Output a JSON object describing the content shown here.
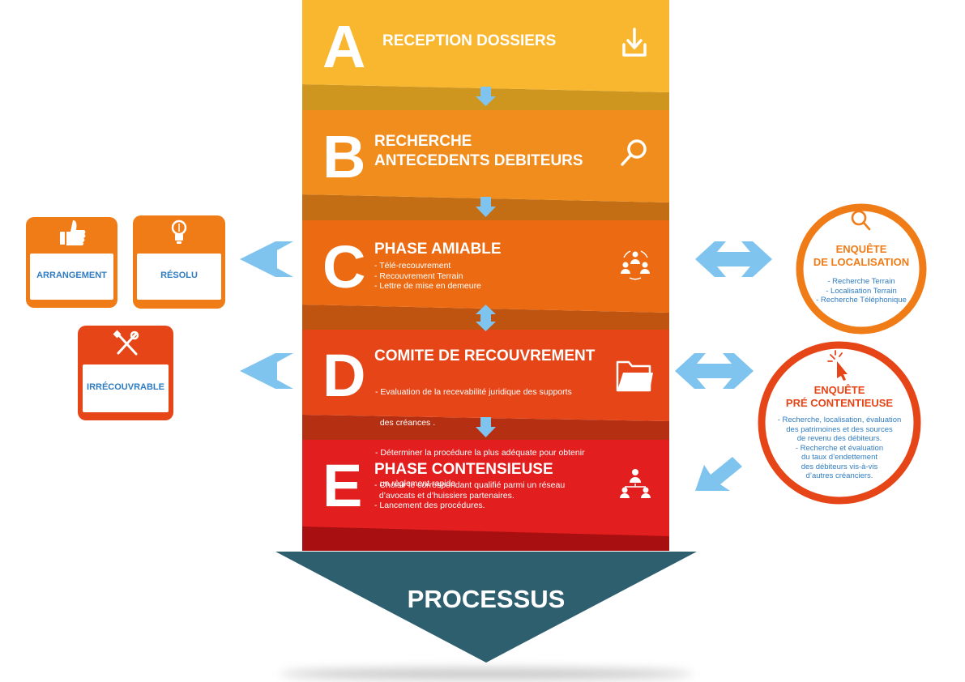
{
  "steps": [
    {
      "letter": "A",
      "title_lines": [
        "RECEPTION DOSSIERS"
      ],
      "bullets": [],
      "icon": "download-icon",
      "color": "#f8b72e"
    },
    {
      "letter": "B",
      "title_lines": [
        "RECHERCHE",
        "ANTECEDENTS DEBITEURS"
      ],
      "bullets": [],
      "icon": "magnifier-icon",
      "color": "#f08d1d"
    },
    {
      "letter": "C",
      "title_lines": [
        "PHASE AMIABLE"
      ],
      "bullets": [
        "- Télé-recouvrement",
        "- Recouvrement Terrain",
        "- Lettre de mise en demeure"
      ],
      "icon": "team-cycle-icon",
      "color": "#ec6a12"
    },
    {
      "letter": "D",
      "title_lines": [
        "COMITE DE RECOUVREMENT"
      ],
      "bullets": [
        "- Evaluation de la recevabilité juridique des supports",
        "  des créances .",
        "- Déterminer la procédure la plus adéquate pour obtenir",
        "  un règlement rapide"
      ],
      "icon": "folder-icon",
      "color": "#e64517"
    },
    {
      "letter": "E",
      "title_lines": [
        "PHASE CONTENSIEUSE"
      ],
      "bullets": [
        "- Choisir le correspondant qualifié parmi un réseau",
        "  d’avocats et d’huissiers partenaires.",
        "- Lancement des procédures."
      ],
      "icon": "hierarchy-icon",
      "color": "#e21e1e"
    }
  ],
  "processus": "PROCESSUS",
  "cards": [
    {
      "label": "ARRANGEMENT",
      "icon": "thumbs-up-icon"
    },
    {
      "label": "RÉSOLU",
      "icon": "lightbulb-icon"
    },
    {
      "label": "IRRÉCOUVRABLE",
      "icon": "tools-icon"
    }
  ],
  "circles": [
    {
      "title_lines": [
        "ENQUÊTE",
        "DE LOCALISATION"
      ],
      "bullets": [
        "- Recherche Terrain",
        "- Localisation Terrain",
        "- Recherche Téléphonique"
      ],
      "icon": "magnifier-icon",
      "color": "#f07c18"
    },
    {
      "title_lines": [
        "ENQUÊTE",
        "PRÉ CONTENTIEUSE"
      ],
      "bullets": [
        "- Recherche, localisation, évaluation",
        "des patrimoines et des sources",
        "de revenu des débiteurs.",
        "- Recherche et évaluation",
        "du taux d’endettement",
        "des débiteurs vis-à-vis",
        "d’autres créanciers."
      ],
      "icon": "cursor-click-icon",
      "color": "#e64517"
    }
  ],
  "colors": {
    "arrow_blue": "#7fc4ee",
    "down_arrow": "#2e5f6e",
    "card_orange": "#f07c18",
    "card_red": "#e64517",
    "label_blue": "#2f7cc0"
  }
}
